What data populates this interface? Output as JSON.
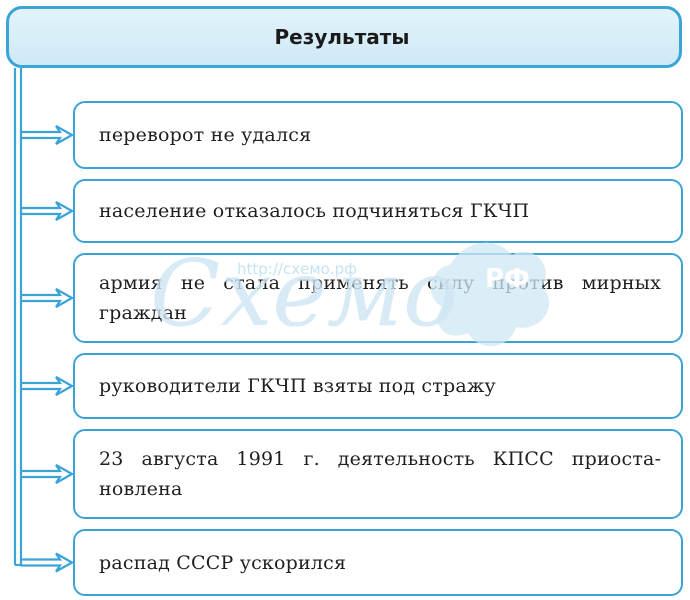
{
  "header": {
    "title": "Результаты"
  },
  "items": [
    {
      "text": "переворот не удался"
    },
    {
      "text": "население отказалось подчиняться ГКЧП"
    },
    {
      "text": "армия не стала применять силу против мирных граждан"
    },
    {
      "text": "руководители ГКЧП взяты под стражу"
    },
    {
      "text": "23 августа 1991 г. деятельность КПСС приоста­новлена"
    },
    {
      "text": "распад СССР ускорился"
    }
  ],
  "watermark": {
    "logo": "Схемо",
    "badge": "РФ",
    "url": "http://схемо.рф"
  },
  "colors": {
    "accent": "#3aa3d8",
    "header_fill": "#d8eef9",
    "text": "#1f1f1f"
  }
}
